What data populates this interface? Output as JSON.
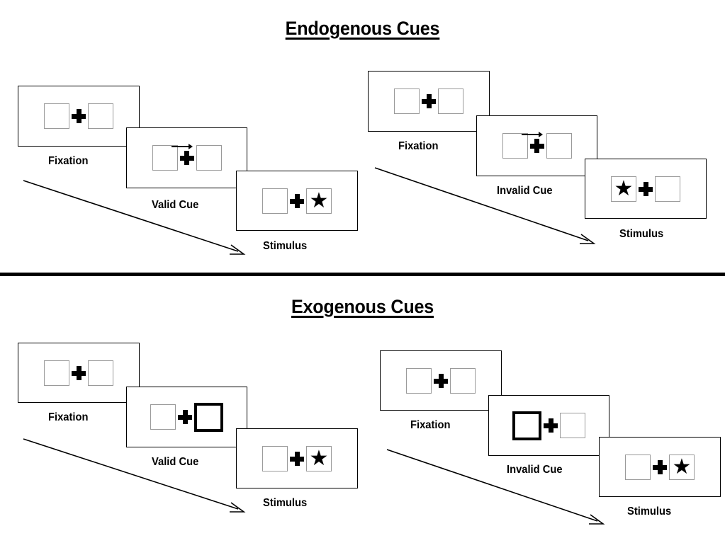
{
  "figure": {
    "sections": [
      {
        "id": "endogenous",
        "title": "Endogenous Cues",
        "sequences": [
          {
            "id": "endogenous-valid",
            "frames": [
              {
                "label": "Fixation",
                "kind": "fixation",
                "cue": "none",
                "cue_side": "none",
                "target_side": "none"
              },
              {
                "label": "Valid Cue",
                "kind": "cue",
                "cue": "arrow",
                "cue_side": "right",
                "target_side": "none"
              },
              {
                "label": "Stimulus",
                "kind": "stimulus",
                "cue": "none",
                "cue_side": "none",
                "target_side": "right"
              }
            ]
          },
          {
            "id": "endogenous-invalid",
            "frames": [
              {
                "label": "Fixation",
                "kind": "fixation",
                "cue": "none",
                "cue_side": "none",
                "target_side": "none"
              },
              {
                "label": "Invalid Cue",
                "kind": "cue",
                "cue": "arrow",
                "cue_side": "right",
                "target_side": "none"
              },
              {
                "label": "Stimulus",
                "kind": "stimulus",
                "cue": "none",
                "cue_side": "none",
                "target_side": "left"
              }
            ]
          }
        ]
      },
      {
        "id": "exogenous",
        "title": "Exogenous Cues",
        "sequences": [
          {
            "id": "exogenous-valid",
            "frames": [
              {
                "label": "Fixation",
                "kind": "fixation",
                "cue": "none",
                "cue_side": "none",
                "target_side": "none"
              },
              {
                "label": "Valid Cue",
                "kind": "cue",
                "cue": "highlight",
                "cue_side": "right",
                "target_side": "none"
              },
              {
                "label": "Stimulus",
                "kind": "stimulus",
                "cue": "none",
                "cue_side": "none",
                "target_side": "right"
              }
            ]
          },
          {
            "id": "exogenous-invalid",
            "frames": [
              {
                "label": "Fixation",
                "kind": "fixation",
                "cue": "none",
                "cue_side": "none",
                "target_side": "none"
              },
              {
                "label": "Invalid Cue",
                "kind": "cue",
                "cue": "highlight",
                "cue_side": "left",
                "target_side": "none"
              },
              {
                "label": "Stimulus",
                "kind": "stimulus",
                "cue": "none",
                "cue_side": "none",
                "target_side": "right"
              }
            ]
          }
        ]
      }
    ],
    "glyphs": {
      "fixation_cross": "fixation-cross",
      "target_star": "★",
      "cue_arrow": "→",
      "time_arrow": "time-flow-arrow"
    },
    "colors": {
      "ink": "#000000",
      "placeholder_border": "#9a9a9a",
      "background": "#ffffff"
    }
  }
}
